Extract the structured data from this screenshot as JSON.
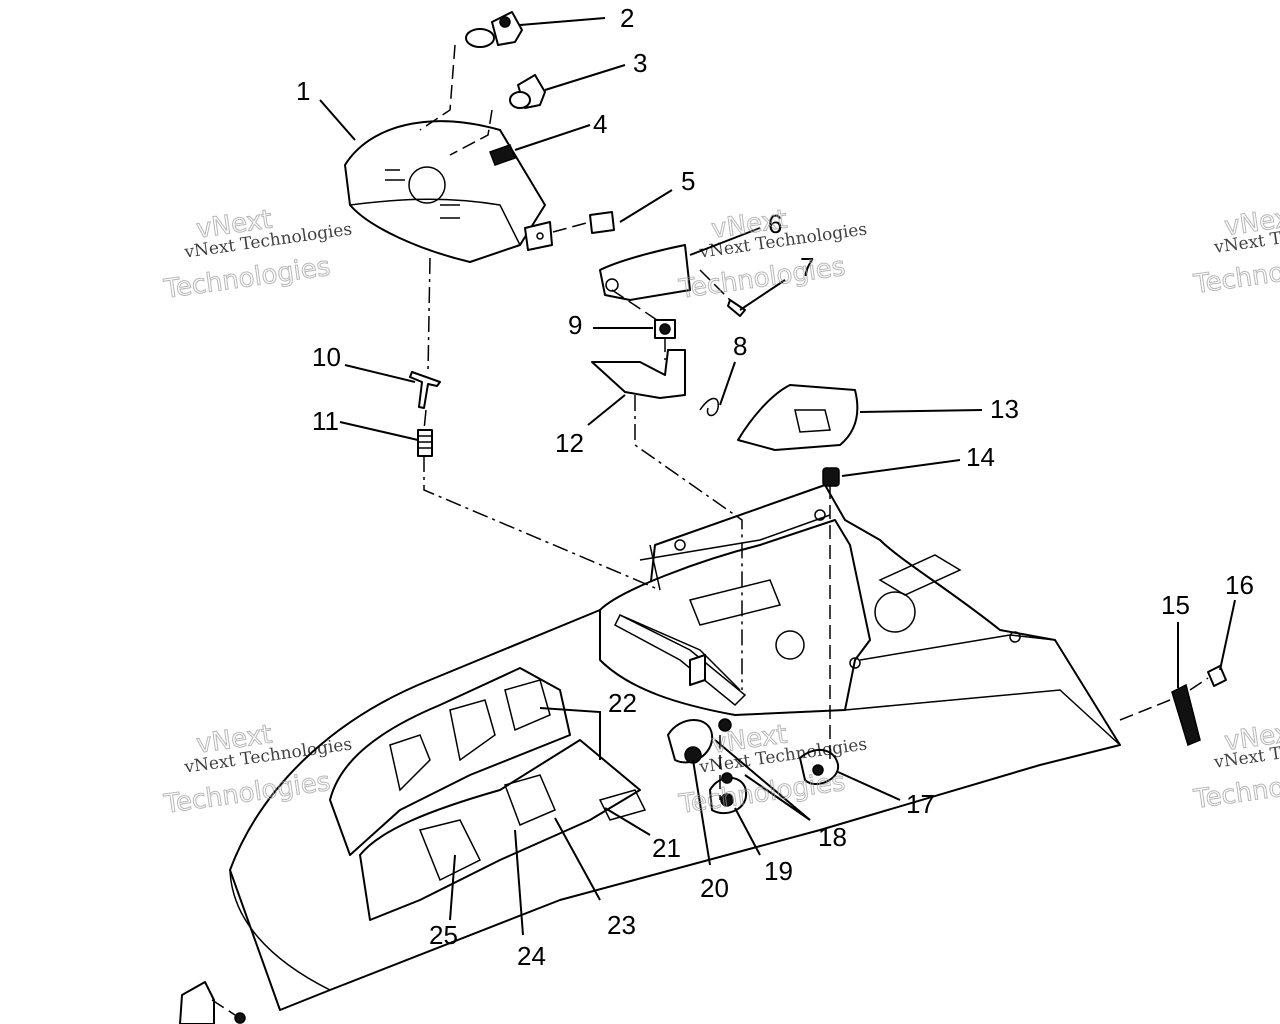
{
  "callouts": [
    "1",
    "2",
    "3",
    "4",
    "5",
    "6",
    "7",
    "8",
    "9",
    "10",
    "11",
    "12",
    "13",
    "14",
    "15",
    "16",
    "17",
    "18",
    "19",
    "20",
    "21",
    "22",
    "23",
    "24",
    "25"
  ],
  "watermark": {
    "line1": "vNext Technologies",
    "line2": "vNext",
    "line3": "Technologies"
  }
}
